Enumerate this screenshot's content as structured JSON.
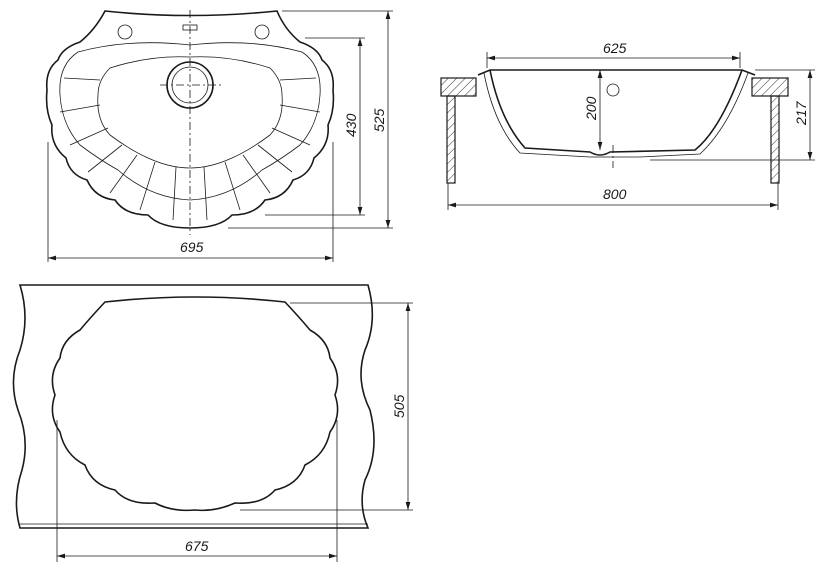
{
  "drawing": {
    "top_view": {
      "width_label": "695",
      "inner_depth_label": "430",
      "outer_depth_label": "525"
    },
    "side_view": {
      "bowl_width_label": "625",
      "bowl_depth_label": "200",
      "total_height_label": "217",
      "cabinet_width_label": "800"
    },
    "cutout_view": {
      "cutout_depth_label": "505",
      "cutout_width_label": "675"
    }
  }
}
